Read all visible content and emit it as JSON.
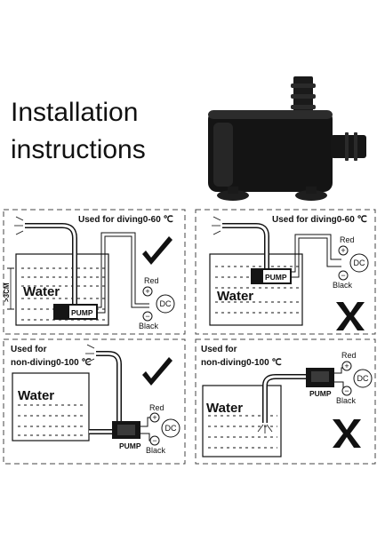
{
  "title_lines": [
    "Installation",
    "instructions"
  ],
  "panels": [
    {
      "caption_lines": [
        "Used for diving0-60 ℃"
      ],
      "status": "correct",
      "water_label": "Water",
      "pump_label": "PUMP",
      "red_label": "Red",
      "black_label": "Black",
      "dc_label": "DC",
      "plus_symbol": "+",
      "minus_symbol": "−",
      "depth_label": ">3CM"
    },
    {
      "caption_lines": [
        "Used for diving0-60 ℃"
      ],
      "status": "wrong",
      "water_label": "Water",
      "pump_label": "PUMP",
      "red_label": "Red",
      "black_label": "Black",
      "dc_label": "DC",
      "plus_symbol": "+",
      "minus_symbol": "−"
    },
    {
      "caption_lines": [
        "Used for",
        "non-diving0-100 ℃"
      ],
      "status": "correct",
      "water_label": "Water",
      "pump_label": "PUMP",
      "red_label": "Red",
      "black_label": "Black",
      "dc_label": "DC",
      "plus_symbol": "+",
      "minus_symbol": "−"
    },
    {
      "caption_lines": [
        "Used for",
        "non-diving0-100 ℃"
      ],
      "status": "wrong",
      "water_label": "Water",
      "pump_label": "PUMP",
      "red_label": "Red",
      "black_label": "Black",
      "dc_label": "DC",
      "plus_symbol": "+",
      "minus_symbol": "−"
    }
  ],
  "colors": {
    "line": "#111111",
    "pump_body": "#151515",
    "pump_highlight": "#3a3a3a",
    "panel_border": "#444444"
  }
}
